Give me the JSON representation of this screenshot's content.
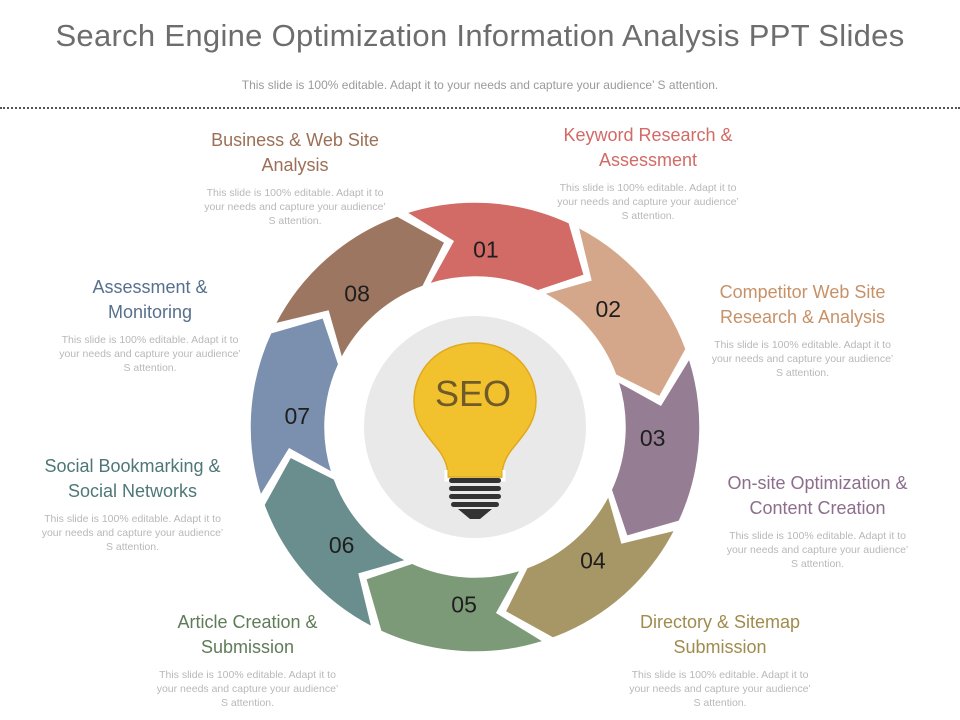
{
  "slide": {
    "title": "Search Engine Optimization Information Analysis PPT Slides",
    "subtitle": "This slide is 100% editable. Adapt it to your needs and capture your audience’ S attention."
  },
  "center": {
    "label": "SEO"
  },
  "steps": [
    {
      "number": "01",
      "color": "#D26A66",
      "title": "Keyword Research & Assessment",
      "text": "This slide is 100% editable. Adapt it to your needs and capture your audience’ S attention."
    },
    {
      "number": "02",
      "color": "#D5A78A",
      "title": "Competitor Web Site Research & Analysis",
      "text": "This slide is 100% editable. Adapt it to your needs and capture your audience’ S attention."
    },
    {
      "number": "03",
      "color": "#957D93",
      "title": "On-site Optimization & Content Creation",
      "text": "This slide is 100% editable. Adapt it to your needs and capture your audience’ S attention."
    },
    {
      "number": "04",
      "color": "#A89766",
      "title": "Directory & Sitemap Submission",
      "text": "This slide is 100% editable. Adapt it to your needs and capture your audience’ S attention."
    },
    {
      "number": "05",
      "color": "#7D9A78",
      "title": "Article Creation & Submission",
      "text": "This slide is 100% editable. Adapt it to your needs and capture your audience’ S attention."
    },
    {
      "number": "06",
      "color": "#6A8E8E",
      "title": "Social Bookmarking & Social Networks",
      "text": "This slide is 100% editable. Adapt it to your needs and capture your audience’ S attention."
    },
    {
      "number": "07",
      "color": "#7A90AE",
      "title": "Assessment & Monitoring",
      "text": "This slide is 100% editable. Adapt it to your needs and capture your audience’ S attention."
    },
    {
      "number": "08",
      "color": "#9C7660",
      "title": "Business & Web Site Analysis",
      "text": "This slide is 100% editable. Adapt it to your needs and capture your audience’ S attention."
    }
  ],
  "colors": {
    "bulb": "#F2C12E",
    "title_text": "#6d6d6d"
  }
}
